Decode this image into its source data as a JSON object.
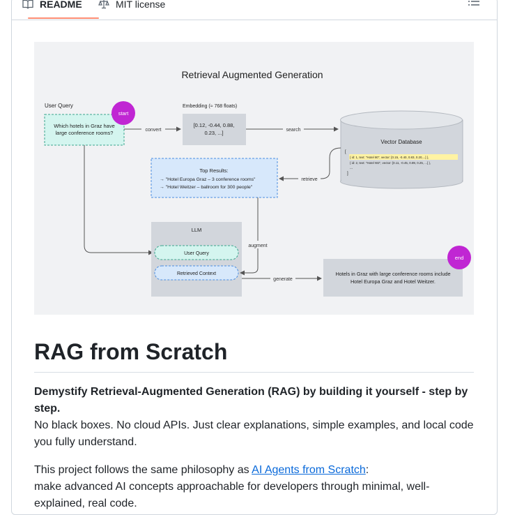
{
  "tabs": {
    "readme": "README",
    "license": "MIT license"
  },
  "diagram": {
    "title": "Retrieval Augmented Generation",
    "user_query_label": "User Query",
    "query_text_line1": "Which hotels in Graz have",
    "query_text_line2": "large conference rooms?",
    "start_label": "start",
    "end_label": "end",
    "convert_label": "convert",
    "embedding_label": "Embedding (≈ 768 floats)",
    "embedding_line1": "[0.12, -0.44, 0.88,",
    "embedding_line2": "0.23, ...]",
    "search_label": "search",
    "vector_db_label": "Vector Database",
    "db_bracket_open": "[",
    "db_row1": "{ id: 1, text: \"Hotel 80\", vector: [0.15, -0.40, 0.83, 0.20,...] },",
    "db_row2": "{ id: 2, text: \"Hotel W2\", vector: [0.11, -0.45, 0.89, 0.25, ...] },",
    "db_ellipsis": "...",
    "db_bracket_close": "]",
    "retrieve_label": "retrieve",
    "top_results_label": "Top Results:",
    "result1": "→ \"Hotel Europa Graz – 3 conference rooms\"",
    "result2": "→ \"Hotel Weitzer – ballroom for 300 people\"",
    "llm_label": "LLM",
    "llm_user_query": "User Query",
    "llm_retrieved_context": "Retrieved Context",
    "augment_label": "augment",
    "generate_label": "generate",
    "answer_line1": "Hotels in Graz with large conference rooms include",
    "answer_line2": "Hotel Europa Graz and Hotel Weitzer."
  },
  "content": {
    "heading": "RAG from Scratch",
    "intro_bold": "Demystify Retrieval-Augmented Generation (RAG) by building it yourself - step by step.",
    "intro_text": "No black boxes. No cloud APIs. Just clear explanations, simple examples, and local code you fully understand.",
    "philosophy_prefix": "This project follows the same philosophy as ",
    "philosophy_link": "AI Agents from Scratch",
    "philosophy_suffix": ":",
    "philosophy_text": "make advanced AI concepts approachable for developers through minimal, well-explained, real code."
  },
  "colors": {
    "tab_underline": "#fd8c73",
    "link": "#0969da",
    "accent_purple": "#c026d3",
    "query_fill": "#d4f5ef",
    "results_fill": "#d7e8fb",
    "db_fill": "#d2d6dc",
    "highlight": "#fff3a3"
  }
}
